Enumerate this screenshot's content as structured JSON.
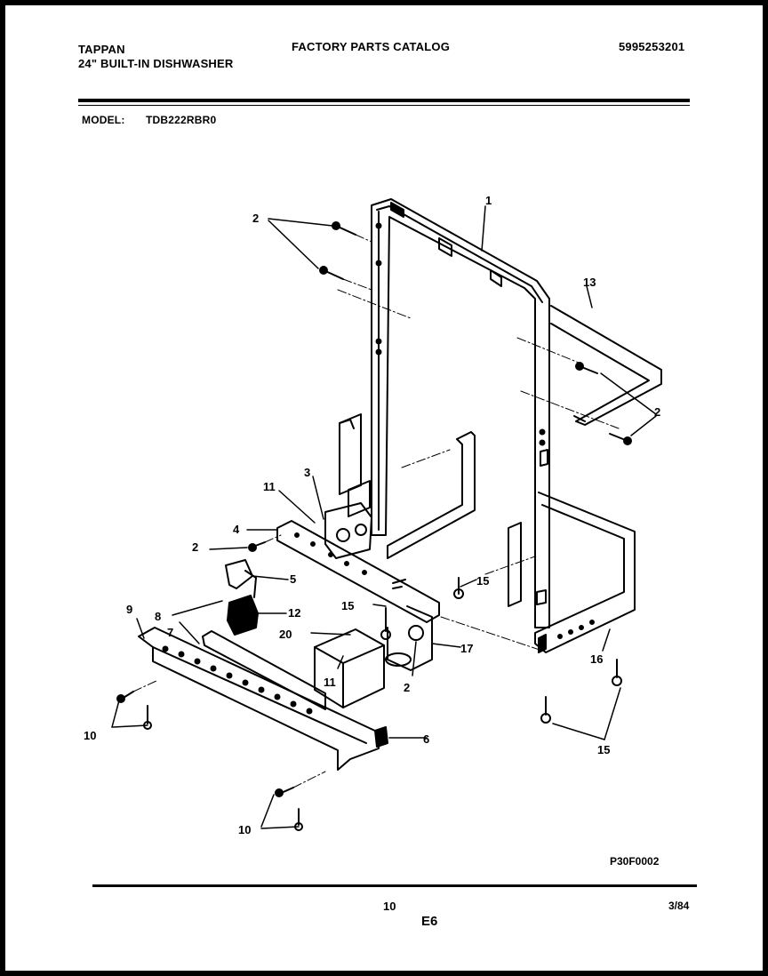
{
  "header": {
    "brand": "TAPPAN",
    "product": "24\" BUILT-IN DISHWASHER",
    "catalog_title": "FACTORY PARTS CATALOG",
    "catalog_number": "5995253201",
    "model_label": "MODEL:",
    "model_value": "TDB222RBR0"
  },
  "callouts": {
    "c1": "1",
    "c2a": "2",
    "c2b": "2",
    "c2c": "2",
    "c2d": "2",
    "c3": "3",
    "c4": "4",
    "c5": "5",
    "c6": "6",
    "c7": "7",
    "c8": "8",
    "c9": "9",
    "c10a": "10",
    "c10b": "10",
    "c11a": "11",
    "c11b": "11",
    "c12": "12",
    "c13": "13",
    "c15a": "15",
    "c15b": "15",
    "c15c": "15",
    "c16": "16",
    "c17": "17",
    "c20": "20"
  },
  "footer": {
    "drawing_code": "P30F0002",
    "page_number": "10",
    "section": "E6",
    "date": "3/84"
  }
}
